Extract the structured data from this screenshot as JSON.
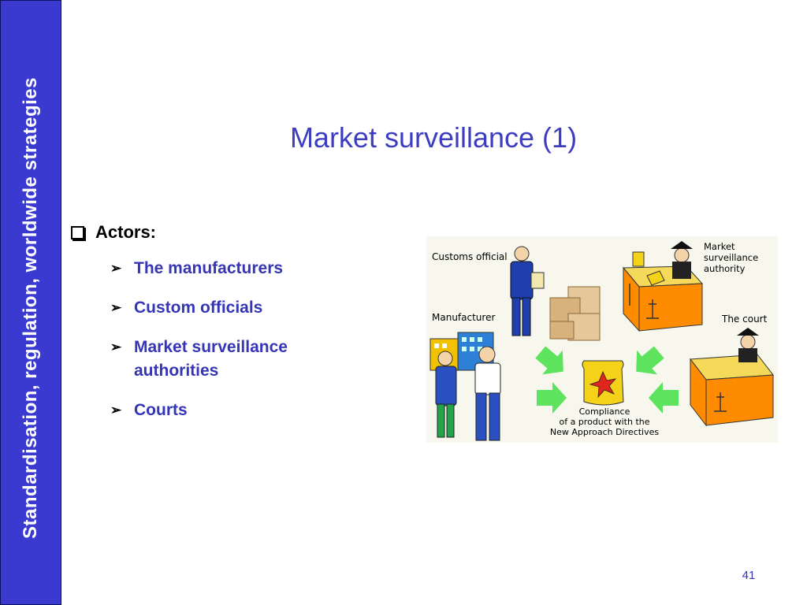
{
  "sidebar": {
    "text": "Standardisation, regulation, worldwide strategies"
  },
  "slide": {
    "title": "Market surveillance (1)",
    "bullets": {
      "heading": "Actors:",
      "items": [
        "The manufacturers",
        "Custom officials",
        "Market surveillance authorities",
        "Courts"
      ]
    },
    "page_number": "41"
  },
  "illustration": {
    "labels": {
      "customs": "Customs official",
      "manufacturer": "Manufacturer",
      "msa": [
        "Market",
        "surveillance",
        "authority"
      ],
      "court": "The court",
      "compliance": [
        "Compliance",
        "of a product with the",
        "New Approach Directives"
      ]
    },
    "colors": {
      "arrow": "#5ee35e",
      "desk": "#ff8c00",
      "desk_top": "#f5d95a",
      "uniform": "#1f3fae"
    }
  }
}
